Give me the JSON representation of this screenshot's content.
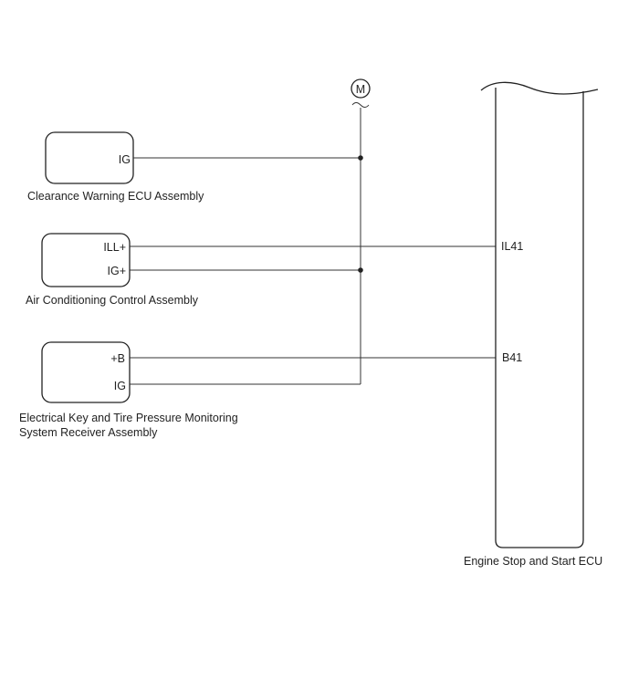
{
  "diagram": {
    "junction_symbol": "M",
    "components": {
      "clearance": {
        "name": "Clearance Warning ECU Assembly",
        "pin_ig": "IG"
      },
      "aircon": {
        "name": "Air Conditioning Control Assembly",
        "pin_ill": "ILL+",
        "pin_ig": "IG+"
      },
      "key": {
        "name_line1": "Electrical Key and Tire Pressure Monitoring",
        "name_line2": "System Receiver Assembly",
        "pin_b": "+B",
        "pin_ig": "IG"
      },
      "ecu": {
        "name": "Engine Stop and Start ECU",
        "pin_il41": "IL41",
        "pin_b41": "B41"
      }
    }
  }
}
